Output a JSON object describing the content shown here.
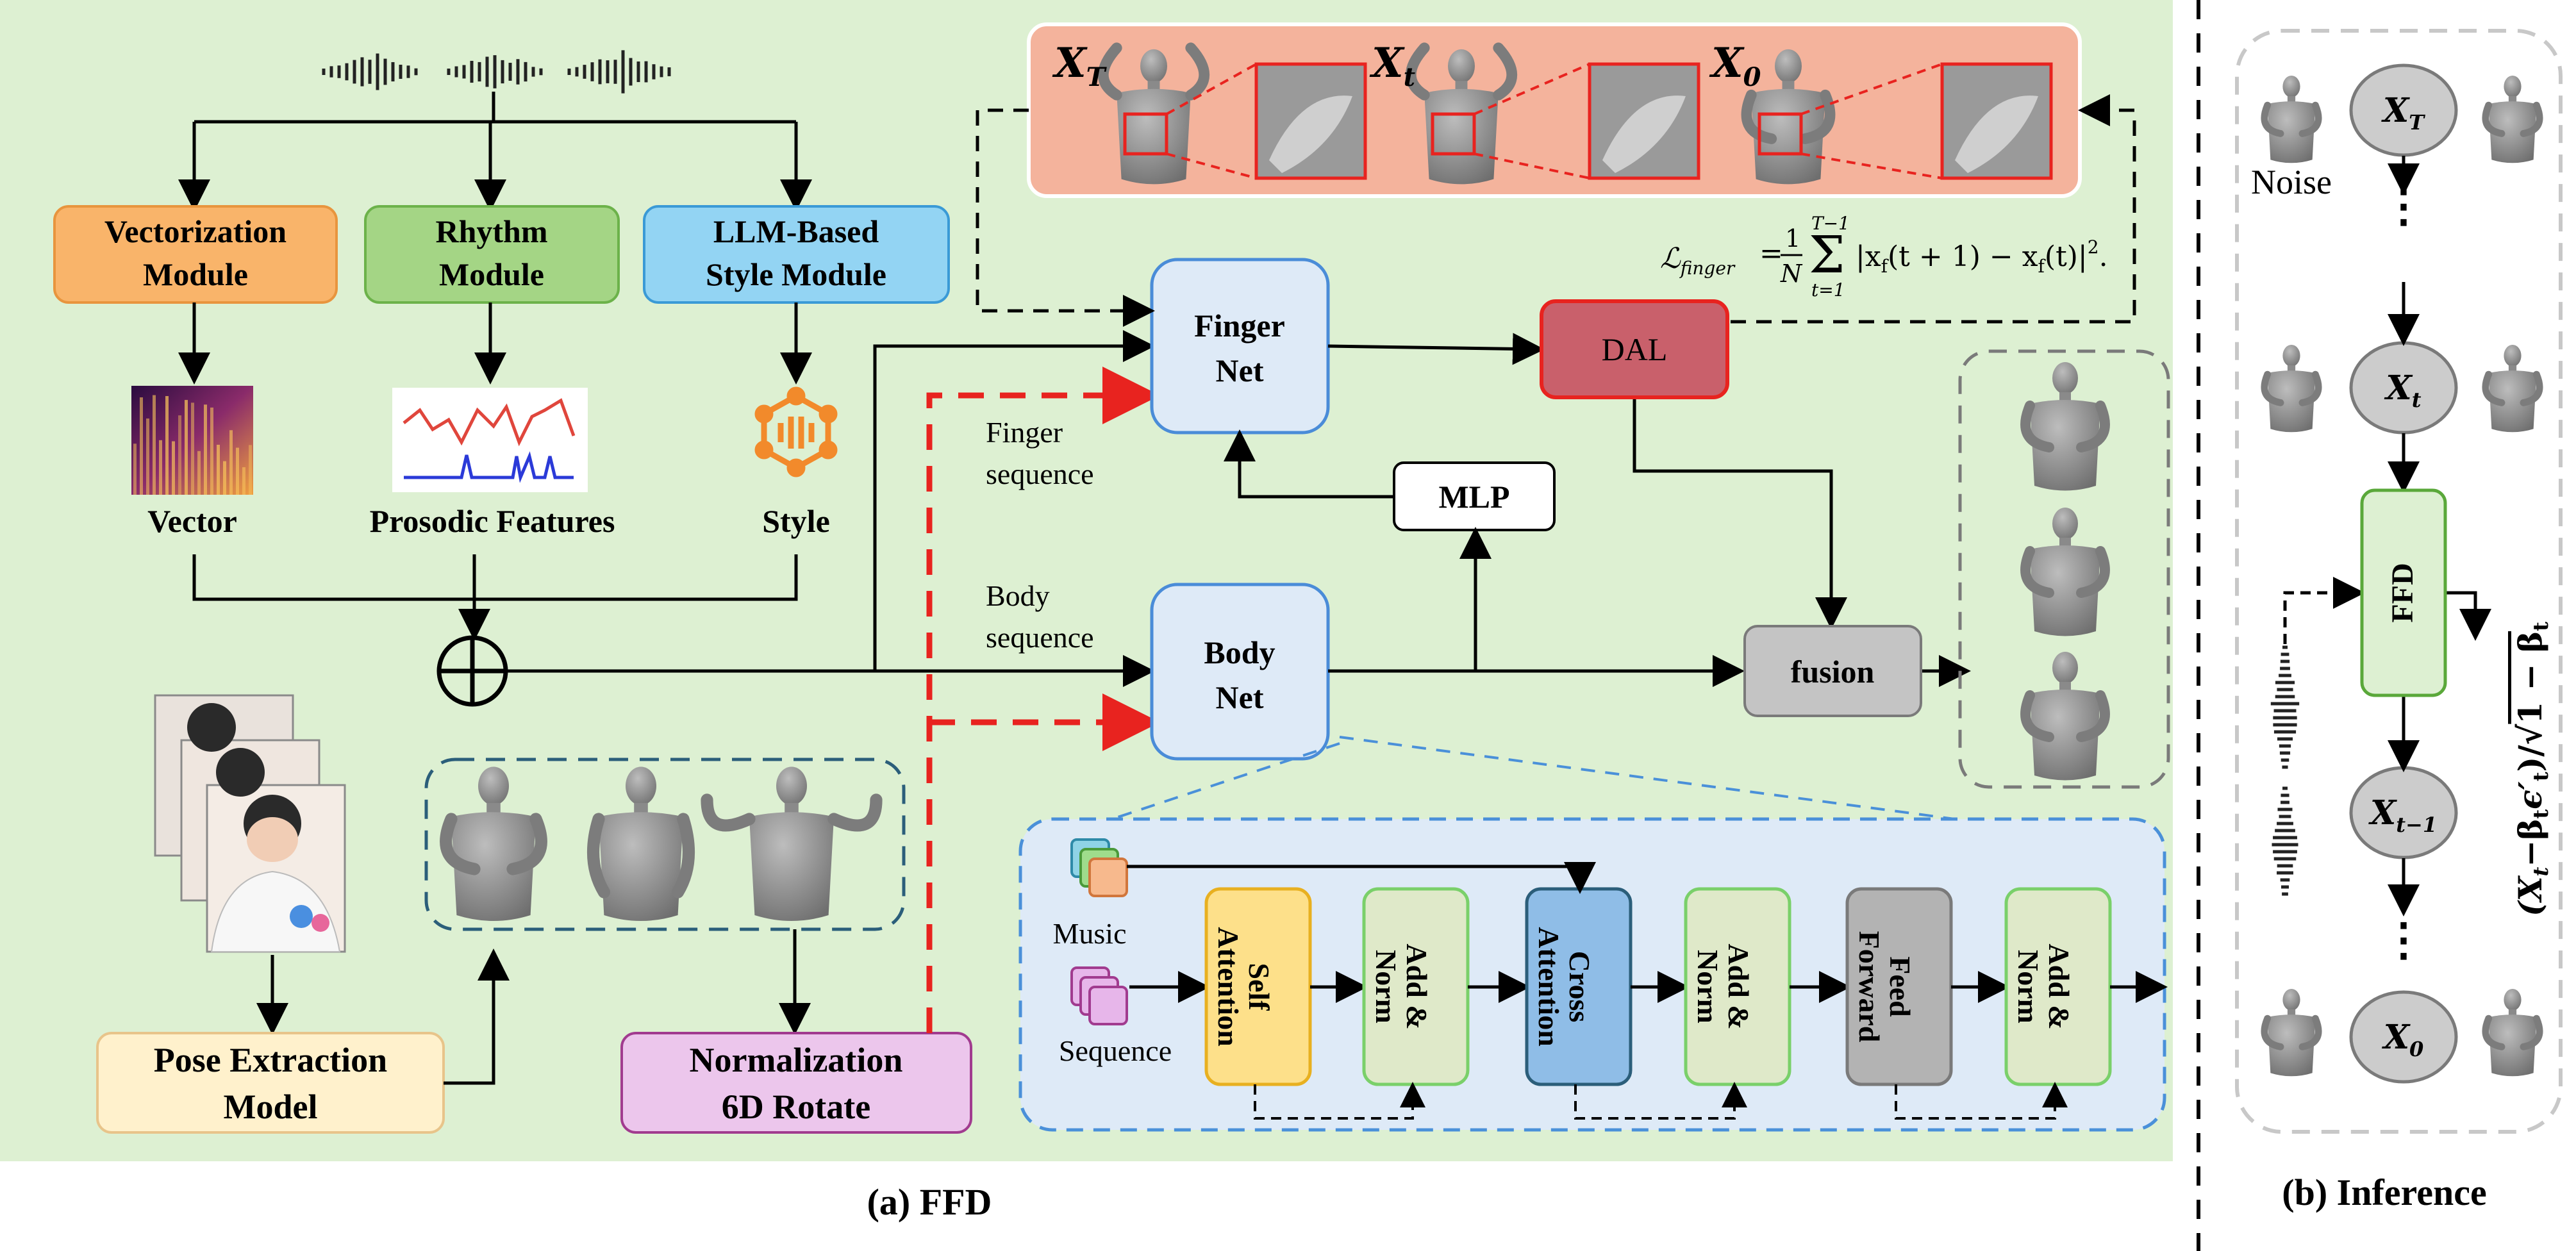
{
  "panels": {
    "a_caption": "(a)  FFD",
    "b_caption": "(b)  Inference"
  },
  "modules": {
    "vectorization": [
      "Vectorization",
      "Module"
    ],
    "rhythm": [
      "Rhythm",
      "Module"
    ],
    "llm_style": [
      "LLM-Based",
      "Style Module"
    ]
  },
  "features": {
    "vector": "Vector",
    "prosodic": "Prosodic Features",
    "style": "Style"
  },
  "pose": {
    "extraction": [
      "Pose Extraction",
      "Model"
    ],
    "normalization": [
      "Normalization",
      "6D Rotate"
    ]
  },
  "nets": {
    "finger": [
      "Finger",
      "Net"
    ],
    "body": [
      "Body",
      "Net"
    ],
    "mlp": "MLP",
    "dal": "DAL",
    "fusion": "fusion"
  },
  "sequences": {
    "finger": [
      "Finger",
      "sequence"
    ],
    "body": [
      "Body",
      "sequence"
    ]
  },
  "loss": {
    "lhs": "ℒ",
    "lhs_sub": "finger",
    "eq": "=",
    "frac_num": "1",
    "frac_den": "N",
    "sum_top": "T−1",
    "sum_bottom": "t=1",
    "body": "|x",
    "body_sub": "f",
    "body_mid": "(t + 1) − x",
    "body_sub2": "f",
    "body_end": "(t)|",
    "power": "2",
    "period": "."
  },
  "xlabels": {
    "xT": "X",
    "xT_sub": "T",
    "xt": "X",
    "xt_sub": "t",
    "x0": "X",
    "x0_sub": "0"
  },
  "transformer": {
    "music": "Music",
    "sequence": "Sequence",
    "blocks": [
      [
        "Self",
        "Attention"
      ],
      [
        "Add &",
        "Norm"
      ],
      [
        "Cross",
        "Attention"
      ],
      [
        "Add &",
        "Norm"
      ],
      [
        "Feed",
        "Forward"
      ],
      [
        "Add &",
        "Norm"
      ]
    ]
  },
  "inference": {
    "noise": "Noise",
    "ffd": "FFD",
    "dots": "⋮",
    "nodes": [
      {
        "main": "X",
        "sub": "T"
      },
      {
        "main": "X",
        "sub": "t"
      },
      {
        "main": "X",
        "sub": "t−1"
      },
      {
        "main": "X",
        "sub": "0"
      }
    ],
    "formula": "(X",
    "formula_sub": "t",
    "formula_mid": "−β",
    "formula_sub2": "t",
    "formula_eps": "ϵ′",
    "formula_sub3": "t",
    "formula_end": ")/√",
    "formula_root": "1 − β",
    "formula_sub4": "t"
  },
  "colors": {
    "panel_bg": "#ddf0d2",
    "vectorization": "#f9b46a",
    "rhythm": "#a4d585",
    "llm": "#93d4f3",
    "pose": "#fff1cc",
    "normalization": "#ecc6ec",
    "net_fill": "#deeaf7",
    "dal": "#c9606b",
    "fusion": "#c4c4c4",
    "self_attn": "#fde08a",
    "add_norm": "#dfe9c9",
    "cross_attn": "#8fbde7",
    "feed_forward": "#b3b3b3",
    "ffd": "#ddf0d2",
    "red_dash": "#e8231f",
    "style_icon": "#f28a2b"
  }
}
